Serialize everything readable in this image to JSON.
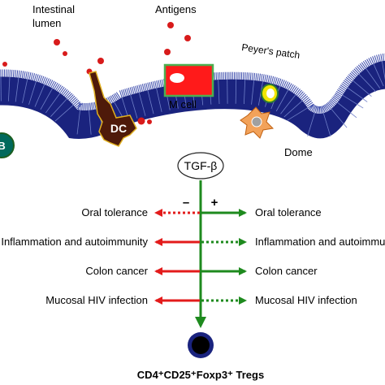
{
  "labels": {
    "intestinal_lumen_line1": "Intestinal",
    "intestinal_lumen_line2": "lumen",
    "antigens": "Antigens",
    "peyers_patch": "Peyer's patch",
    "m_cell": "M cell",
    "dc": "DC",
    "b": "B",
    "dome": "Dome",
    "tgf_beta": "TGF-β",
    "minus": "–",
    "plus": "+",
    "tregs": "CD4⁺CD25⁺Foxp3⁺ Tregs"
  },
  "effects_left": [
    "Oral tolerance",
    "Inflammation and autoimmunity",
    "Colon cancer",
    "Mucosal HIV infection"
  ],
  "effects_right": [
    "Oral tolerance",
    "Inflammation and autoimmunity",
    "Colon cancer",
    "Mucosal HIV infection"
  ],
  "colors": {
    "epithelium": "#1a237e",
    "microvilli": "#3949ab",
    "red_arrow": "#e31b1b",
    "green_arrow": "#1e8a1e",
    "antigen": "#d81b1b",
    "m_cell_fill": "#ff1a1a",
    "m_cell_border": "#4caf50",
    "dc_fill": "#4e1a0a",
    "b_cell_fill": "#00695c",
    "treg_ring": "#1a237e"
  }
}
